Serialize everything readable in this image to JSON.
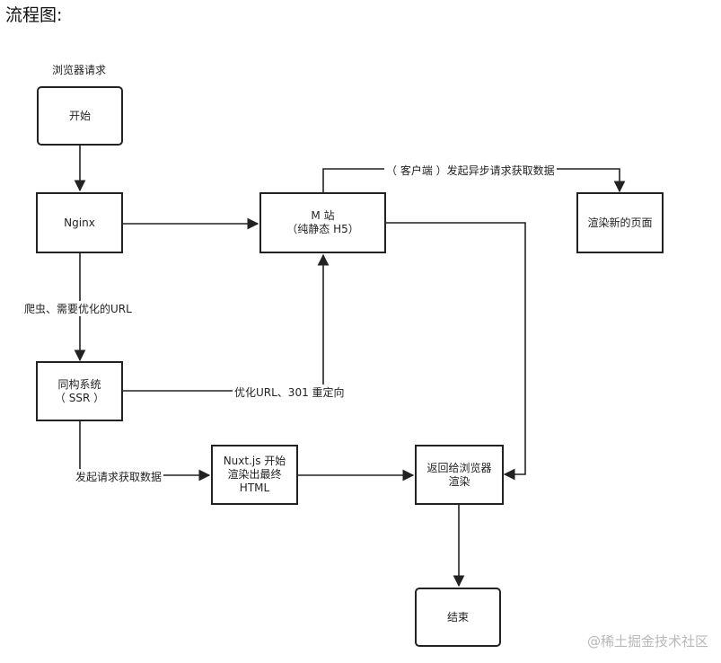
{
  "heading": "流程图:",
  "caption_top": "浏览器请求",
  "nodes": {
    "start": {
      "lines": [
        "开始"
      ]
    },
    "nginx": {
      "lines": [
        "Nginx"
      ]
    },
    "msite": {
      "lines": [
        "M 站",
        "（纯静态 H5）"
      ]
    },
    "render_new": {
      "lines": [
        "渲染新的页面"
      ]
    },
    "ssr": {
      "lines": [
        "同构系统",
        "（ SSR ）"
      ]
    },
    "nuxt": {
      "lines": [
        "Nuxt.js 开始",
        "渲染出最终",
        "HTML"
      ]
    },
    "return_browser": {
      "lines": [
        "返回给浏览器",
        "渲染"
      ]
    },
    "end": {
      "lines": [
        "结束"
      ]
    }
  },
  "edge_labels": {
    "client_async": "（ 客户端 ）发起异步请求获取数据",
    "crawler": "爬虫、需要优化的URL",
    "optimize_url": "优化URL、301 重定向",
    "fetch_data": "发起请求获取数据"
  },
  "watermark": "@稀土掘金技术社区"
}
